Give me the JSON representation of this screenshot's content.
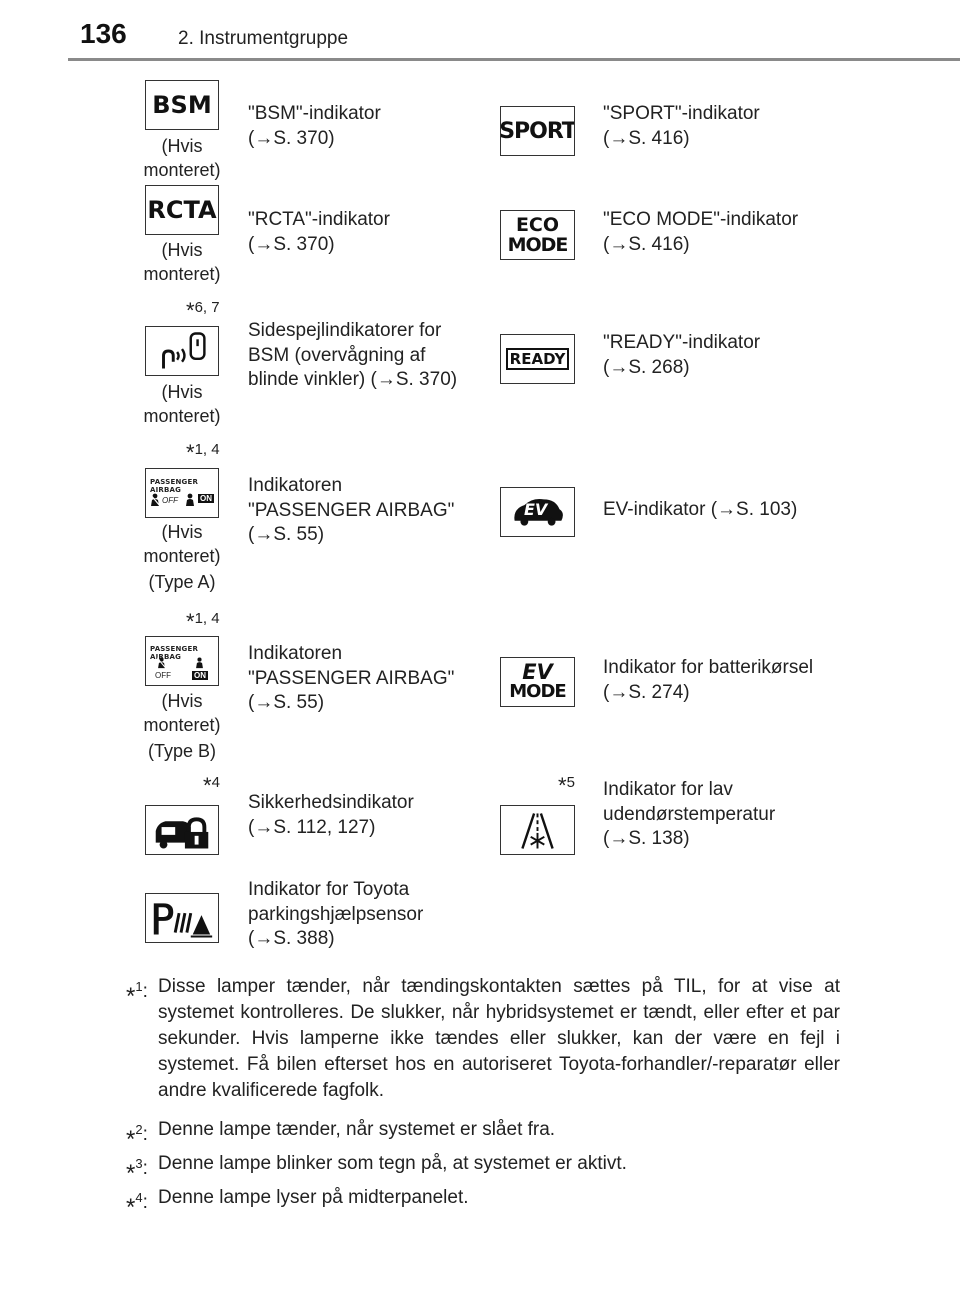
{
  "header": {
    "page_number": "136",
    "section": "2. Instrumentgruppe"
  },
  "rows": [
    {
      "left": {
        "icon_text": "BSM",
        "note_lines": [
          "(Hvis",
          "monteret)"
        ],
        "desc_lines": [
          "\"BSM\"-indikator",
          "(→S. 370)"
        ]
      },
      "right": {
        "icon_text": "SPORT",
        "desc_lines": [
          "\"SPORT\"-indikator",
          "(→S. 416)"
        ]
      }
    },
    {
      "left": {
        "icon_text": "RCTA",
        "note_lines": [
          "(Hvis",
          "monteret)"
        ],
        "desc_lines": [
          "\"RCTA\"-indikator",
          "(→S. 370)"
        ]
      },
      "right": {
        "icon_text_lines": [
          "ECO",
          "MODE"
        ],
        "desc_lines": [
          "\"ECO MODE\"-indikator",
          "(→S. 416)"
        ]
      }
    },
    {
      "left": {
        "mark": "6, 7",
        "icon": "side-mirror-icon",
        "note_lines": [
          "(Hvis",
          "monteret)"
        ],
        "desc_lines": [
          "Sidespejlindikatorer for",
          "BSM (overvågning af",
          "blinde vinkler) (→S. 370)"
        ]
      },
      "right": {
        "icon_text": "READY",
        "desc_lines": [
          "\"READY\"-indikator",
          "(→S. 268)"
        ]
      }
    },
    {
      "left": {
        "mark": "1, 4",
        "icon_title": "PASSENGER AIRBAG",
        "icon_off": "OFF",
        "icon_on": "ON",
        "note_lines": [
          "(Hvis",
          "monteret)",
          "(Type A)"
        ],
        "desc_lines": [
          "Indikatoren",
          "\"PASSENGER AIRBAG\"",
          "(→S. 55)"
        ]
      },
      "right": {
        "icon_text": "EV",
        "desc_lines": [
          "EV-indikator (→S. 103)"
        ]
      }
    },
    {
      "left": {
        "mark": "1, 4",
        "icon_title": "PASSENGER AIRBAG",
        "icon_off": "OFF",
        "icon_on": "ON",
        "note_lines": [
          "(Hvis",
          "monteret)",
          "(Type B)"
        ],
        "desc_lines": [
          "Indikatoren",
          "\"PASSENGER AIRBAG\"",
          "(→S. 55)"
        ]
      },
      "right": {
        "icon_text_lines": [
          "EV",
          "MODE"
        ],
        "desc_lines": [
          "Indikator for batterikørsel",
          "(→S. 274)"
        ]
      }
    },
    {
      "left": {
        "mark": "4",
        "icon": "security-lock-car-icon",
        "desc_lines": [
          "Sikkerhedsindikator",
          "(→S. 112, 127)"
        ]
      },
      "right": {
        "mark": "5",
        "icon": "low-temperature-icon",
        "desc_lines": [
          "Indikator for lav",
          "udendørstemperatur",
          "(→S. 138)"
        ]
      }
    },
    {
      "left": {
        "icon": "parking-sensor-icon",
        "desc_lines": [
          "Indikator for Toyota",
          "parkingshjælpsensor",
          "(→S. 388)"
        ]
      }
    }
  ],
  "footnotes": [
    {
      "num": "1",
      "text": "Disse lamper tænder, når tændingskontakten sættes på TIL, for at vise at systemet kontrolleres. De slukker, når hybridsystemet er tændt, eller efter et par sekunder. Hvis lamperne ikke tændes eller slukker, kan der være en fejl i systemet. Få bilen efterset hos en autoriseret Toyota-forhandler/-reparatør eller andre kvalificerede fagfolk."
    },
    {
      "num": "2",
      "text": "Denne lampe tænder, når systemet er slået fra."
    },
    {
      "num": "3",
      "text": "Denne lampe blinker som tegn på, at systemet er aktivt."
    },
    {
      "num": "4",
      "text": "Denne lampe lyser på midterpanelet."
    }
  ]
}
